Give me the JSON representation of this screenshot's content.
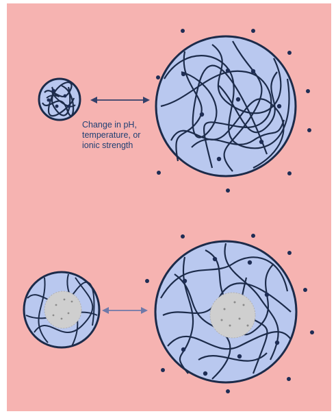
{
  "colors": {
    "background": "#f6b3b1",
    "gel_fill": "#b9c8ef",
    "polymer_chain": "#1c2b4a",
    "ion_dot": "#1e2d55",
    "arrow": "#33406a",
    "drug_core": "#cfcfcf",
    "caption_text": "#1f3f73"
  },
  "top_row": {
    "caption_lines": [
      "Change in pH,",
      "temperature, or",
      "ionic strength"
    ]
  },
  "icons": {
    "top_arrow": "double-headed-arrow-icon",
    "bottom_arrow": "double-headed-arrow-icon"
  }
}
